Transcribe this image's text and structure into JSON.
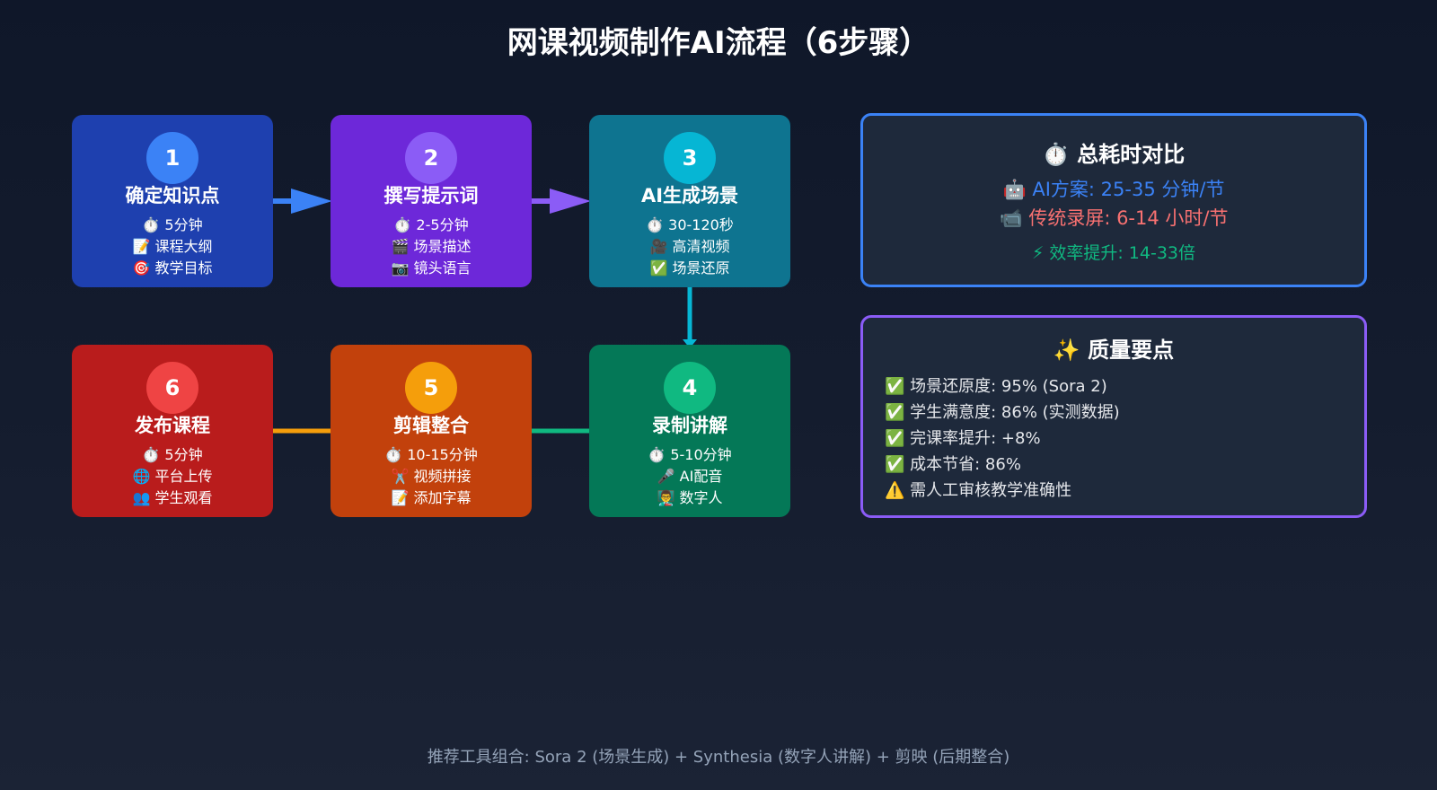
{
  "title": "网课视频制作AI流程（6步骤）",
  "steps": [
    {
      "num": "1",
      "name": "确定知识点",
      "details": [
        "⏱️ 5分钟",
        "📝 课程大纲",
        "🎯 教学目标"
      ],
      "color": "#1e40af",
      "circle": "#3b82f6"
    },
    {
      "num": "2",
      "name": "撰写提示词",
      "details": [
        "⏱️ 2-5分钟",
        "🎬 场景描述",
        "📷 镜头语言"
      ],
      "color": "#6d28d9",
      "circle": "#8b5cf6"
    },
    {
      "num": "3",
      "name": "AI生成场景",
      "details": [
        "⏱️ 30-120秒",
        "🎥 高清视频",
        "✅ 场景还原"
      ],
      "color": "#0e7490",
      "circle": "#06b6d4"
    },
    {
      "num": "4",
      "name": "录制讲解",
      "details": [
        "⏱️ 5-10分钟",
        "🎤 AI配音",
        "👨‍🏫 数字人"
      ],
      "color": "#047857",
      "circle": "#10b981"
    },
    {
      "num": "5",
      "name": "剪辑整合",
      "details": [
        "⏱️ 10-15分钟",
        "✂️ 视频拼接",
        "📝 添加字幕"
      ],
      "color": "#c2410c",
      "circle": "#f59e0b"
    },
    {
      "num": "6",
      "name": "发布课程",
      "details": [
        "⏱️ 5分钟",
        "🌐 平台上传",
        "👥 学生观看"
      ],
      "color": "#b91c1c",
      "circle": "#ef4444"
    }
  ],
  "time_panel": {
    "title": "⏱️ 总耗时对比",
    "ai_line": "🤖 AI方案: 25-35 分钟/节",
    "traditional_line": "📹 传统录屏: 6-14 小时/节",
    "efficiency_line": "⚡ 效率提升: 14-33倍",
    "ai_color": "#3b82f6",
    "traditional_color": "#f87171",
    "efficiency_color": "#10b981",
    "border_color": "#3b82f6"
  },
  "quality_panel": {
    "title": "✨ 质量要点",
    "items": [
      "✅ 场景还原度: 95% (Sora 2)",
      "✅ 学生满意度: 86% (实测数据)",
      "✅ 完课率提升: +8%",
      "✅ 成本节省: 86%",
      "⚠️ 需人工审核教学准确性"
    ],
    "border_color": "#8b5cf6"
  },
  "footer": "推荐工具组合: Sora 2 (场景生成) + Synthesia (数字人讲解) + 剪映 (后期整合)",
  "arrow_colors": {
    "a12": "#3b82f6",
    "a23": "#8b5cf6",
    "a34": "#06b6d4",
    "a45": "#10b981",
    "a56": "#f59e0b"
  }
}
